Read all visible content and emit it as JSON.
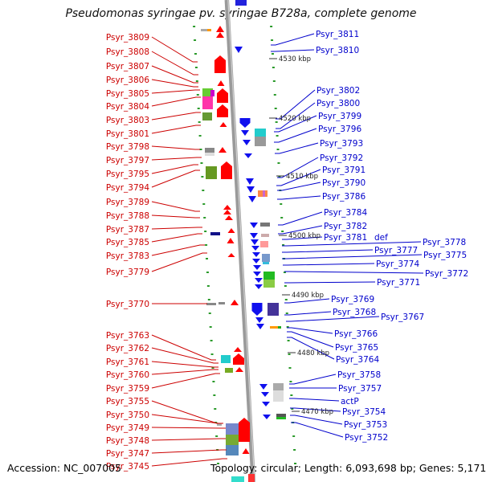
{
  "title": "Pseudomonas syringae pv. syringae B728a, complete genome",
  "accession": "Accession: NC_007005",
  "summary": "Topology: circular; Length: 6,093,698 bp; Genes: 5,171",
  "colors": {
    "forward_label": "#cc0000",
    "reverse_label": "#0000cc",
    "forward_gene": "#ff0000",
    "reverse_gene": "#1010ee",
    "backbone": "#9a9a9a"
  },
  "ticks": [
    "4530 kbp",
    "4520 kbp",
    "4510 kbp",
    "4500 kbp",
    "4490 kbp",
    "4480 kbp",
    "4470 kbp"
  ],
  "left_labels": [
    "Psyr_3809",
    "Psyr_3808",
    "Psyr_3807",
    "Psyr_3806",
    "Psyr_3805",
    "Psyr_3804",
    "Psyr_3803",
    "Psyr_3801",
    "Psyr_3798",
    "Psyr_3797",
    "Psyr_3795",
    "Psyr_3794",
    "Psyr_3789",
    "Psyr_3788",
    "Psyr_3787",
    "Psyr_3785",
    "Psyr_3783",
    "Psyr_3779",
    "Psyr_3770",
    "Psyr_3763",
    "Psyr_3762",
    "Psyr_3761",
    "Psyr_3760",
    "Psyr_3759",
    "Psyr_3755",
    "Psyr_3750",
    "Psyr_3749",
    "Psyr_3748",
    "Psyr_3747",
    "Psyr_3745"
  ],
  "right_labels": [
    "Psyr_3811",
    "Psyr_3810",
    "Psyr_3802",
    "Psyr_3800",
    "Psyr_3799",
    "Psyr_3796",
    "Psyr_3793",
    "Psyr_3792",
    "Psyr_3791",
    "Psyr_3790",
    "Psyr_3786",
    "Psyr_3784",
    "Psyr_3782",
    "Psyr_3781",
    "def",
    "Psyr_3778",
    "Psyr_3777",
    "Psyr_3775",
    "Psyr_3774",
    "Psyr_3772",
    "Psyr_3771",
    "Psyr_3769",
    "Psyr_3768",
    "Psyr_3767",
    "Psyr_3766",
    "Psyr_3765",
    "Psyr_3764",
    "Psyr_3758",
    "Psyr_3757",
    "actP",
    "Psyr_3754",
    "Psyr_3753",
    "Psyr_3752"
  ]
}
